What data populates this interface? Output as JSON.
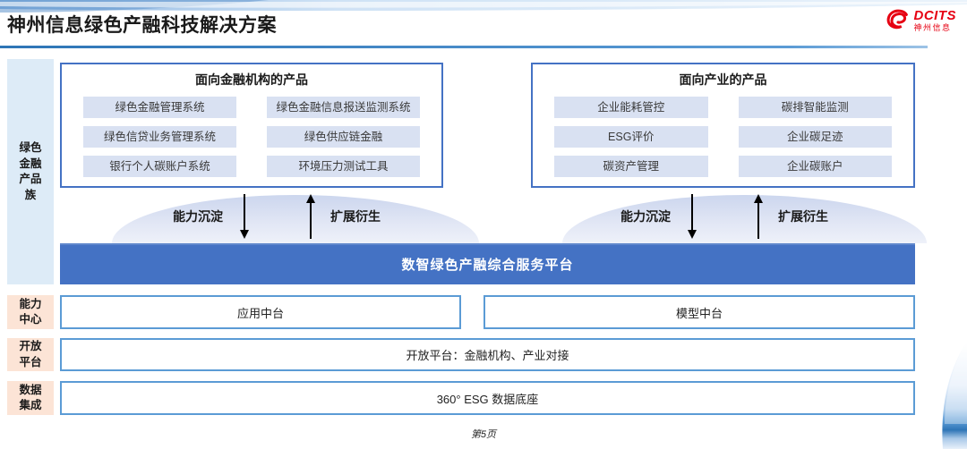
{
  "colors": {
    "accent": "#4472C4",
    "row_border": "#5B9BD5",
    "item_bg": "#D9E1F2",
    "sidebar_blue": "#DDEBF7",
    "sidebar_peach": "#FCE4D6",
    "line": "#2E75B6",
    "logo_red": "#E60012"
  },
  "header": {
    "title": "神州信息绿色产融科技解决方案",
    "logo_brand": "DCITS",
    "logo_brand_cn": "神州信息"
  },
  "sidebar": {
    "product_family": "绿色金融产品族",
    "capability_center": "能力中心",
    "open_platform": "开放平台",
    "data_integration": "数据集成"
  },
  "products": {
    "financial": {
      "title": "面向金融机构的产品",
      "items": [
        "绿色金融管理系统",
        "绿色金融信息报送监测系统",
        "绿色信贷业务管理系统",
        "绿色供应链金融",
        "银行个人碳账户系统",
        "环境压力测试工具"
      ]
    },
    "industry": {
      "title": "面向产业的产品",
      "items": [
        "企业能耗管控",
        "碳排智能监测",
        "ESG评价",
        "企业碳足迹",
        "碳资产管理",
        "企业碳账户"
      ]
    }
  },
  "flows": {
    "sink_label": "能力沉淀",
    "derive_label": "扩展衍生"
  },
  "platform": {
    "banner": "数智绿色产融综合服务平台"
  },
  "middle": {
    "app": "应用中台",
    "model": "模型中台"
  },
  "open_row": {
    "label": "开放平台：金融机构、产业对接"
  },
  "data_row": {
    "label": "360° ESG 数据底座"
  },
  "footer": {
    "page": "第5页"
  }
}
